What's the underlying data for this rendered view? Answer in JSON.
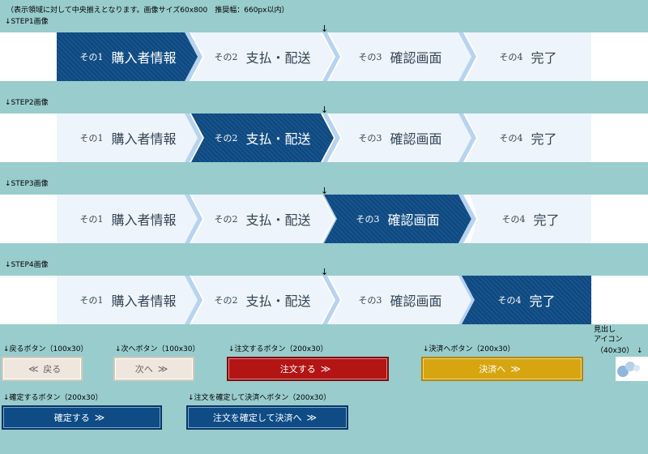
{
  "header_note": "（表示領域に対して中央揃えとなります。画像サイズ60x800　推奨幅：660px以内）",
  "arrow_glyph": "↓",
  "chevron_glyph": "≫",
  "step_sections": [
    {
      "caption": "↓STEP1画像",
      "active": 0
    },
    {
      "caption": "↓STEP2画像",
      "active": 1
    },
    {
      "caption": "↓STEP3画像",
      "active": 2
    },
    {
      "caption": "↓STEP4画像",
      "active": 3
    }
  ],
  "steps": [
    {
      "num": "その1",
      "label": "購入者情報"
    },
    {
      "num": "その2",
      "label": "支払・配送"
    },
    {
      "num": "その3",
      "label": "確認画面"
    },
    {
      "num": "その4",
      "label": "完了"
    }
  ],
  "button_captions": {
    "back": "↓戻るボタン（100x30）",
    "next": "↓次へボタン（100x30）",
    "order": "↓注文するボタン（200x30）",
    "pay": "↓決済へボタン（200x30）",
    "heading_icon_l1": "見出し",
    "heading_icon_l2": "アイコン",
    "heading_icon_l3": "（40x30）",
    "confirm": "↓確定するボタン（200x30）",
    "confirm_pay": "↓注文を確定して決済へボタン（200x30）"
  },
  "buttons": {
    "back": "戻る",
    "next": "次へ",
    "order": "注文する",
    "pay": "決済へ",
    "confirm": "確定する",
    "confirm_pay": "注文を確定して決済へ"
  },
  "colors": {
    "background": "#99cccc",
    "active_step": "#0f4c86",
    "inactive_step": "#eef4fb",
    "order_button": "#b31414",
    "pay_button": "#d7a50f",
    "blue_button": "#0f4c86",
    "neutral_button": "#efe6dd"
  }
}
